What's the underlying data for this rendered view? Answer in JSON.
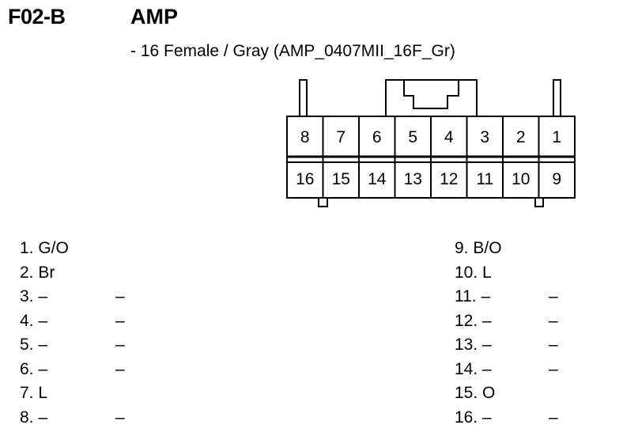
{
  "header": {
    "code": "F02-B",
    "title": "AMP",
    "subtitle": "- 16 Female / Gray (AMP_0407MII_16F_Gr)"
  },
  "connector": {
    "top_row": [
      "8",
      "7",
      "6",
      "5",
      "4",
      "3",
      "2",
      "1"
    ],
    "bottom_row": [
      "16",
      "15",
      "14",
      "13",
      "12",
      "11",
      "10",
      "9"
    ]
  },
  "pins_left": [
    {
      "wire": "1. G/O",
      "extra": ""
    },
    {
      "wire": "2. Br",
      "extra": ""
    },
    {
      "wire": "3. –",
      "extra": "–"
    },
    {
      "wire": "4. –",
      "extra": "–"
    },
    {
      "wire": "5. –",
      "extra": "–"
    },
    {
      "wire": "6. –",
      "extra": "–"
    },
    {
      "wire": "7. L",
      "extra": ""
    },
    {
      "wire": "8. –",
      "extra": "–"
    }
  ],
  "pins_right": [
    {
      "wire": "9. B/O",
      "extra": ""
    },
    {
      "wire": "10. L",
      "extra": ""
    },
    {
      "wire": "11. –",
      "extra": "–"
    },
    {
      "wire": "12. –",
      "extra": "–"
    },
    {
      "wire": "13. –",
      "extra": "–"
    },
    {
      "wire": "14. –",
      "extra": "–"
    },
    {
      "wire": "15. O",
      "extra": ""
    },
    {
      "wire": "16. –",
      "extra": "–"
    }
  ]
}
